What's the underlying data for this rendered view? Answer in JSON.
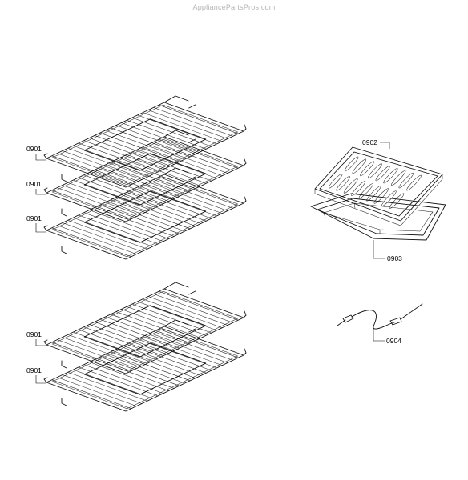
{
  "watermark": "AppliancePartsPros.com",
  "callouts": {
    "rack_1": "0901",
    "rack_2": "0901",
    "rack_3": "0901",
    "rack_4": "0901",
    "rack_5": "0901",
    "broil_grid": "0902",
    "broil_pan": "0903",
    "meat_probe": "0904"
  }
}
